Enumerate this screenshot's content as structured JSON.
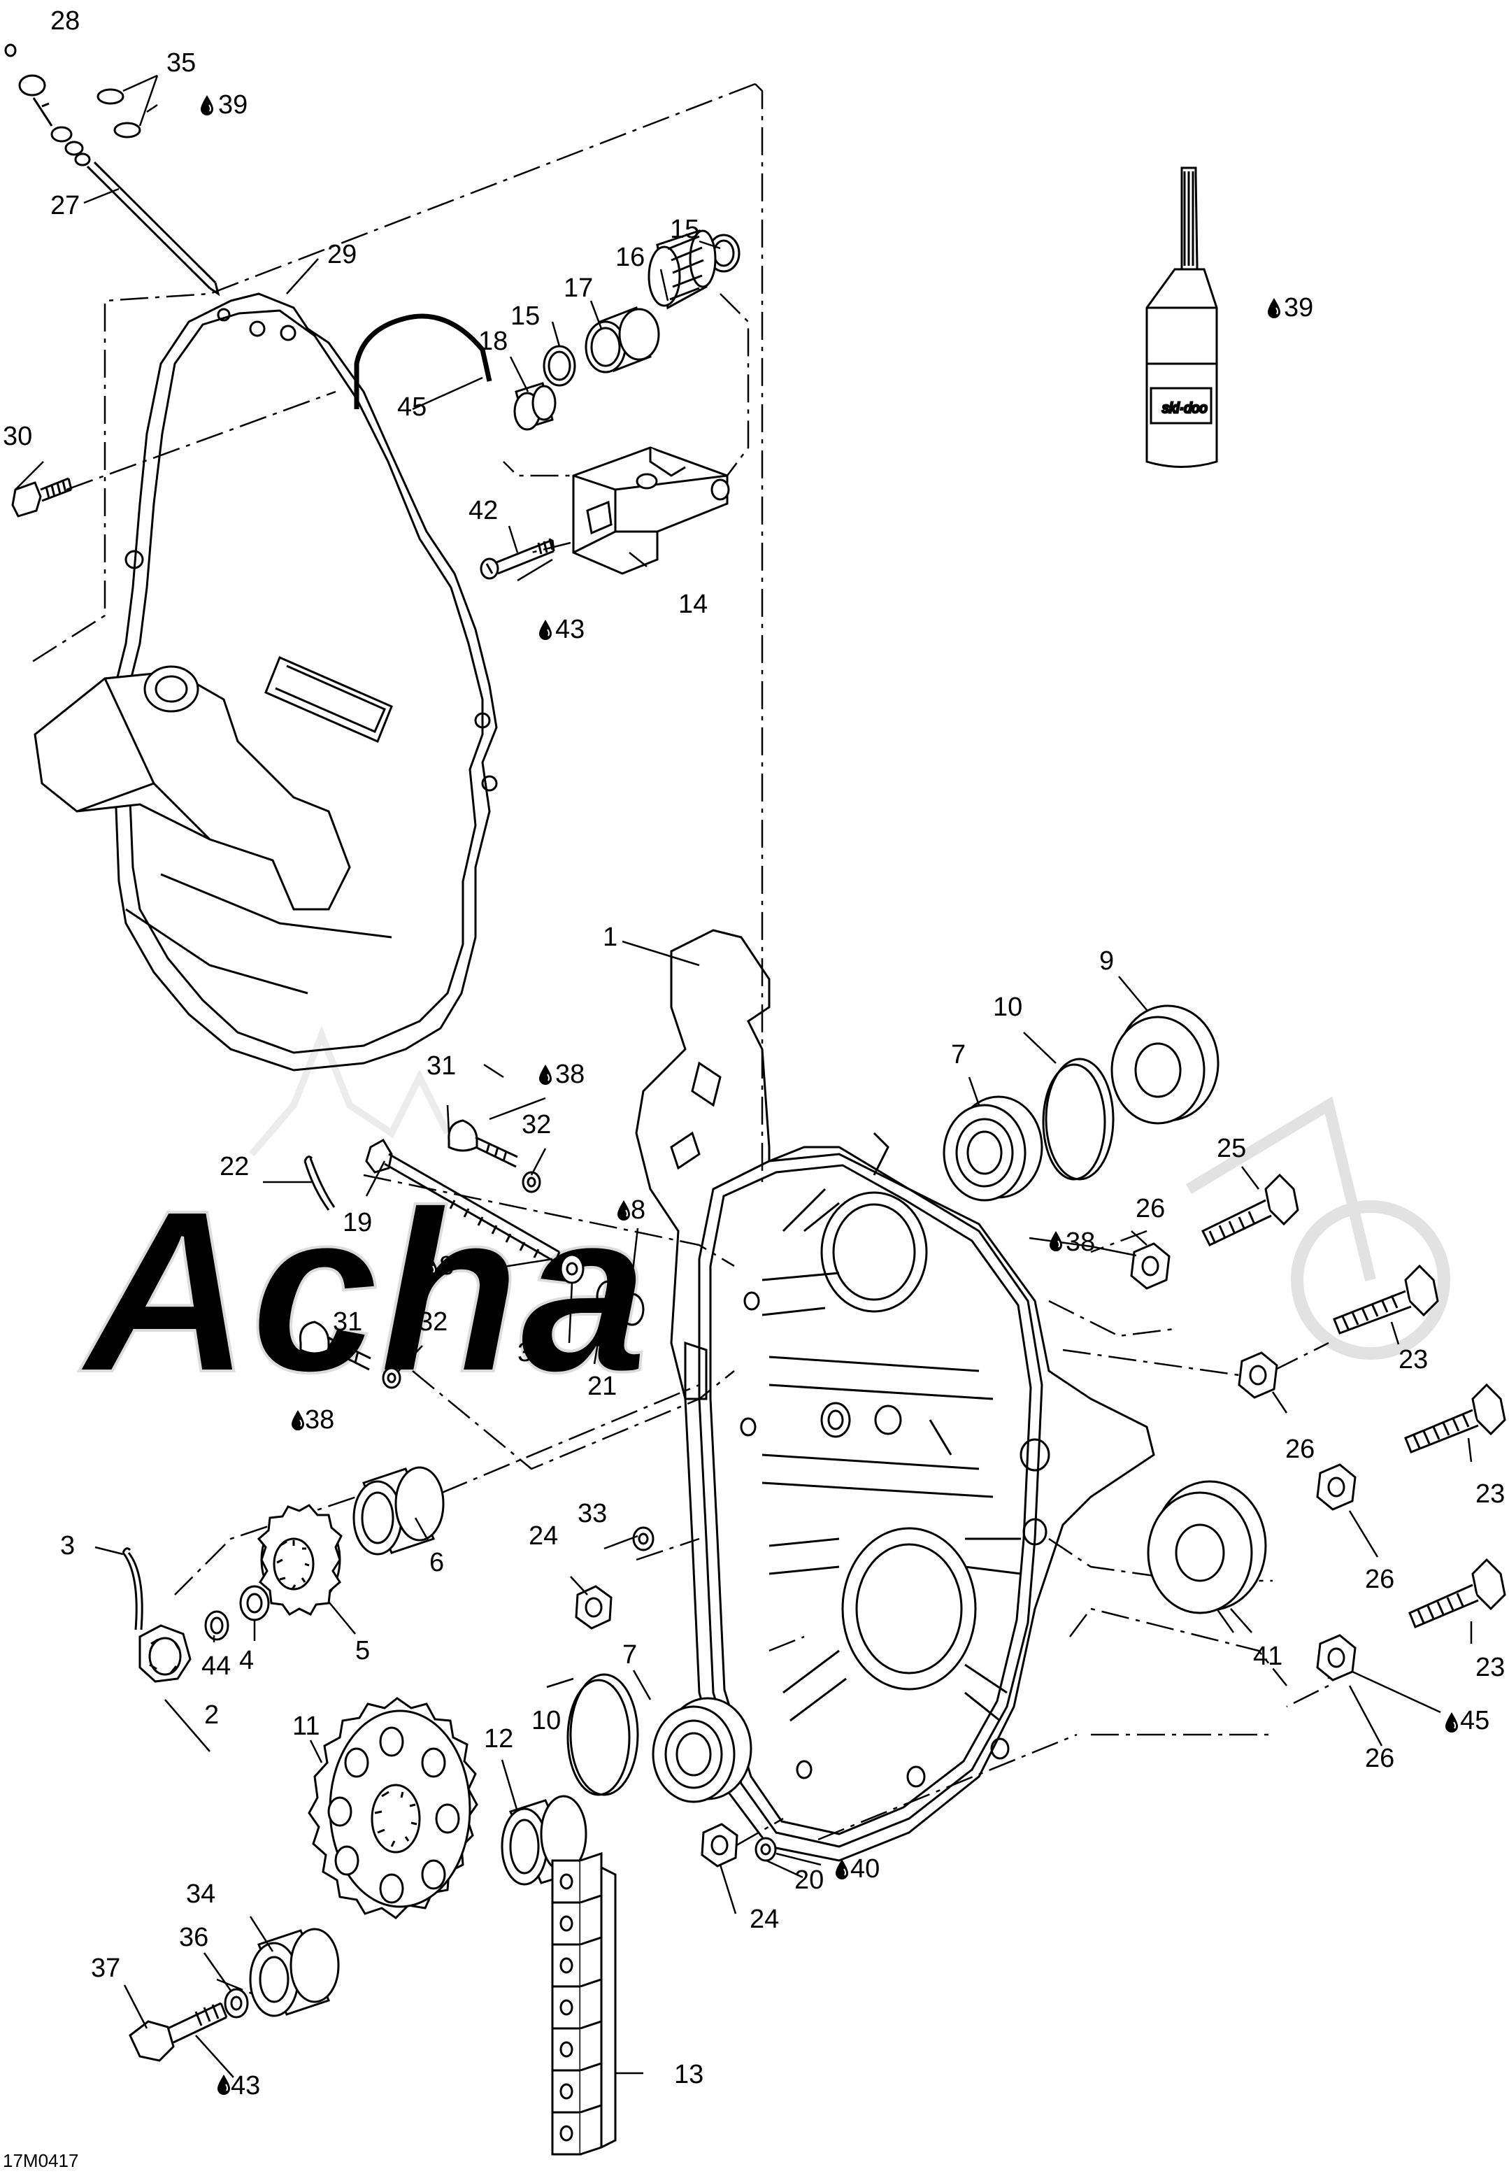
{
  "watermark": "Acha",
  "diagram_code": "17M0417",
  "part_labels": [
    "1",
    "2",
    "3",
    "4",
    "5",
    "6",
    "7",
    "7",
    "8",
    "8",
    "9",
    "10",
    "10",
    "11",
    "12",
    "13",
    "14",
    "15",
    "15",
    "16",
    "17",
    "18",
    "19",
    "20",
    "21",
    "22",
    "23",
    "23",
    "23",
    "24",
    "24",
    "25",
    "26",
    "26",
    "26",
    "26",
    "27",
    "28",
    "29",
    "30",
    "31",
    "31",
    "32",
    "32",
    "33",
    "33",
    "34",
    "35",
    "36",
    "37",
    "38",
    "38",
    "38",
    "39",
    "39",
    "40",
    "41",
    "42",
    "43",
    "43",
    "44",
    "45",
    "45"
  ],
  "lubricant_icon": "drop-icon",
  "colors": {
    "line": "#000000",
    "watermark": "#e6e6e6",
    "background": "#ffffff"
  }
}
